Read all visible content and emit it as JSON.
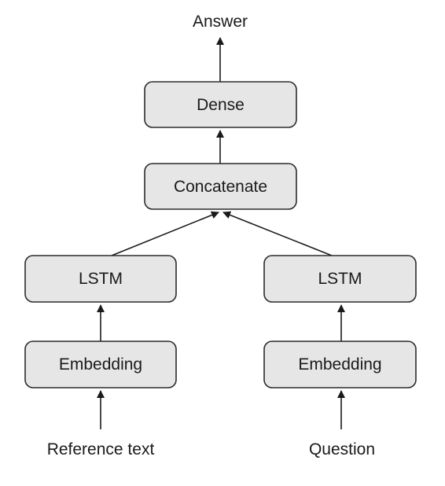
{
  "diagram": {
    "nodes": {
      "dense": "Dense",
      "concatenate": "Concatenate",
      "lstm_left": "LSTM",
      "lstm_right": "LSTM",
      "embedding_left": "Embedding",
      "embedding_right": "Embedding"
    },
    "labels": {
      "answer": "Answer",
      "reference_text": "Reference text",
      "question": "Question"
    },
    "colors": {
      "box_fill": "#e6e6e6",
      "box_stroke": "#2b2b2b",
      "arrow": "#1a1a1a"
    }
  }
}
